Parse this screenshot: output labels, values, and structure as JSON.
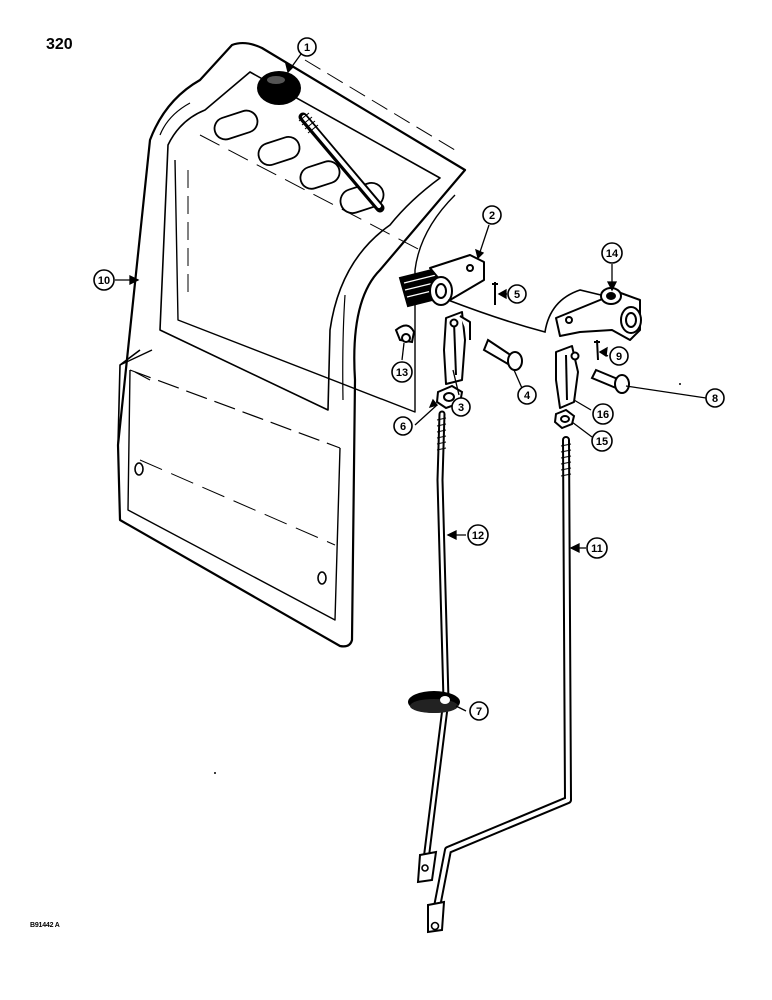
{
  "page_number": "320",
  "figure_code": "B91442 A",
  "callouts": [
    {
      "id": "c1",
      "label": "1"
    },
    {
      "id": "c2",
      "label": "2"
    },
    {
      "id": "c3",
      "label": "3"
    },
    {
      "id": "c4",
      "label": "4"
    },
    {
      "id": "c5",
      "label": "5"
    },
    {
      "id": "c6",
      "label": "6"
    },
    {
      "id": "c7",
      "label": "7"
    },
    {
      "id": "c8",
      "label": "8"
    },
    {
      "id": "c9",
      "label": "9"
    },
    {
      "id": "c10",
      "label": "10"
    },
    {
      "id": "c11",
      "label": "11"
    },
    {
      "id": "c12",
      "label": "12"
    },
    {
      "id": "c13",
      "label": "13"
    },
    {
      "id": "c14",
      "label": "14"
    },
    {
      "id": "c15",
      "label": "15"
    },
    {
      "id": "c16",
      "label": "16"
    }
  ]
}
